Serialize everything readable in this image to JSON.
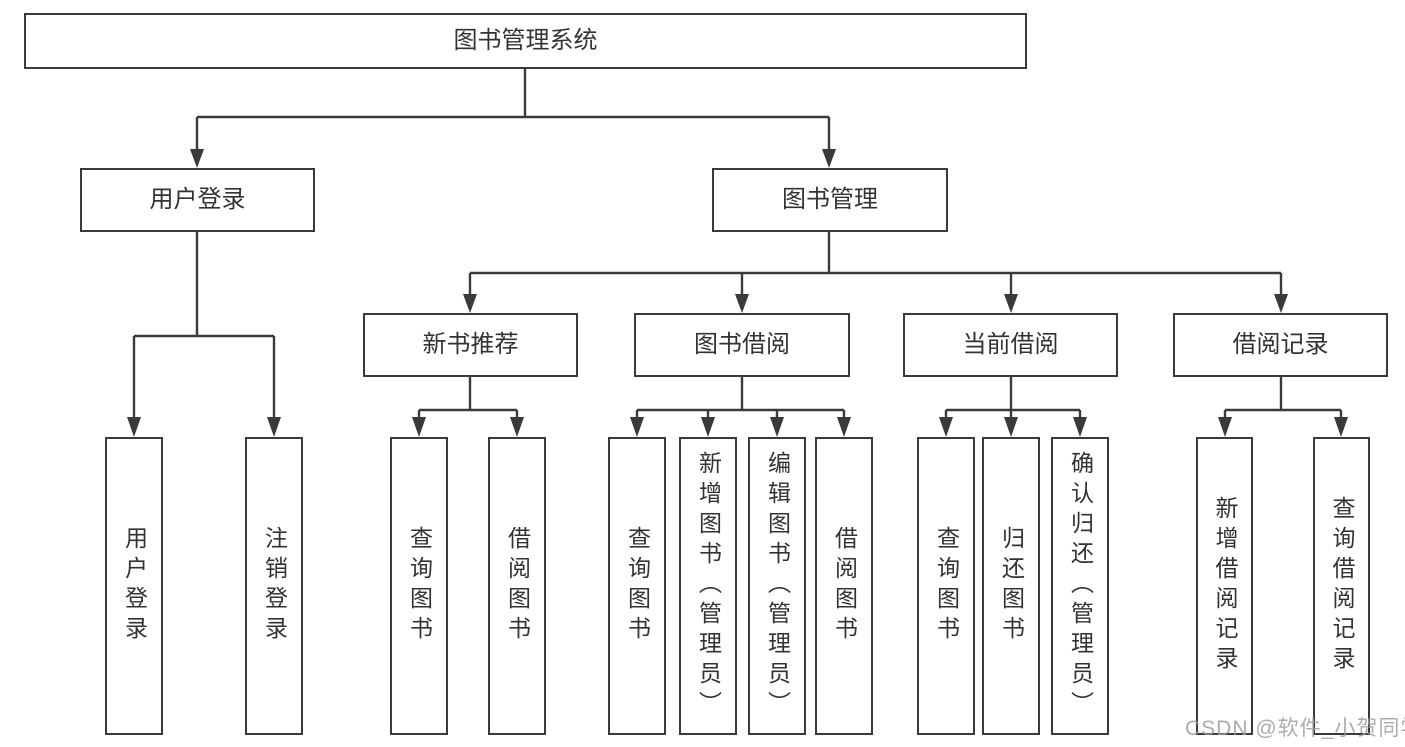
{
  "diagram_title": "图书管理系统",
  "tree": {
    "label": "图书管理系统",
    "children": [
      {
        "label": "用户登录",
        "children": [
          {
            "label": "用户登录"
          },
          {
            "label": "注销登录"
          }
        ]
      },
      {
        "label": "图书管理",
        "children": [
          {
            "label": "新书推荐",
            "children": [
              {
                "label": "查询图书"
              },
              {
                "label": "借阅图书"
              }
            ]
          },
          {
            "label": "图书借阅",
            "children": [
              {
                "label": "查询图书"
              },
              {
                "label": "新增图书（管理员）"
              },
              {
                "label": "编辑图书（管理员）"
              },
              {
                "label": "借阅图书"
              }
            ]
          },
          {
            "label": "当前借阅",
            "children": [
              {
                "label": "查询图书"
              },
              {
                "label": "归还图书"
              },
              {
                "label": "确认归还（管理员）"
              }
            ]
          },
          {
            "label": "借阅记录",
            "children": [
              {
                "label": "新增借阅记录"
              },
              {
                "label": "查询借阅记录"
              }
            ]
          }
        ]
      }
    ]
  },
  "watermark": {
    "text": "CSDN @软件_小贺同学"
  },
  "colors": {
    "line": "#3a3a3c",
    "text": "#333333",
    "node_background": "#ffffff",
    "watermark": "#9e9e9e",
    "page_background": "#ffffff"
  }
}
